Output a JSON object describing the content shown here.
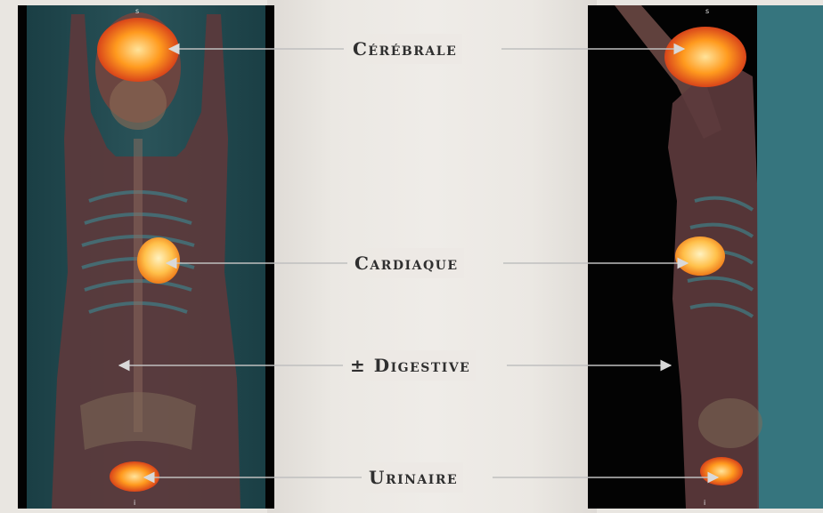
{
  "labels": {
    "cerebral": "Cérébrale",
    "cardiac": "Cardiaque",
    "digestive": "± Digestive",
    "urinary": "Urinaire"
  },
  "panels": {
    "left_top_mark": "s",
    "left_bottom_mark": "i",
    "right_top_mark": "s",
    "right_bottom_mark": "i"
  },
  "colors": {
    "uptake_hot": "#ff8a1a",
    "uptake_core": "#ffe6a0",
    "body_tint": "#6a3f3a",
    "soft_tissue_teal": "#3f8a94",
    "background_black": "#030303"
  }
}
